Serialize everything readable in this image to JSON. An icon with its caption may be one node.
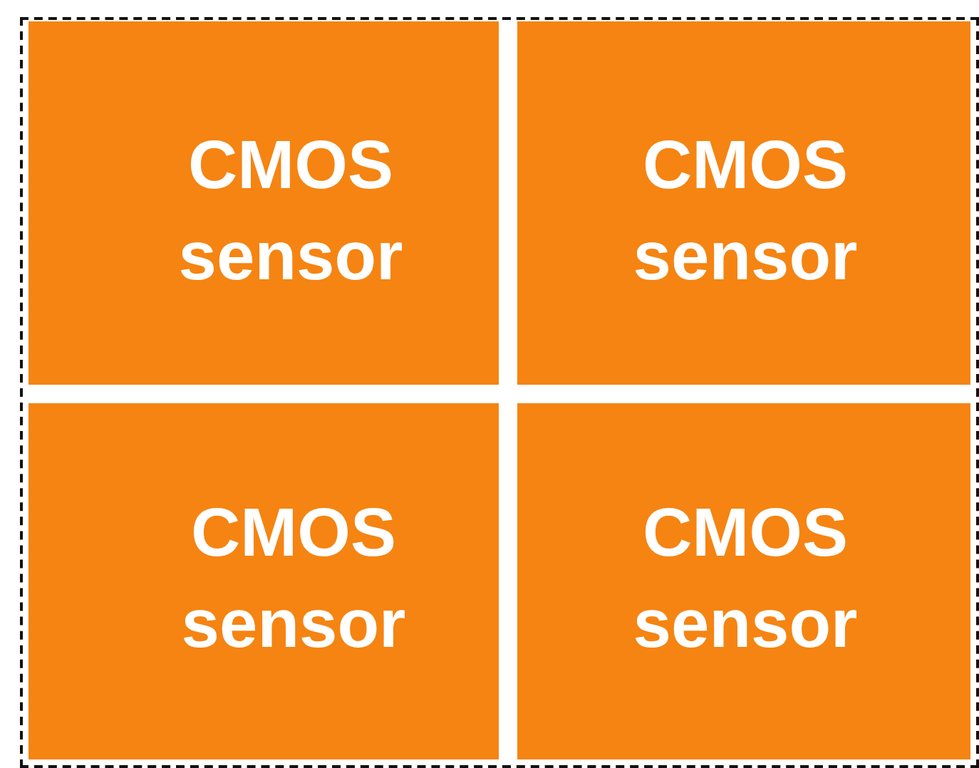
{
  "diagram": {
    "nodes": [
      {
        "text": [],
        "shape": "box"
      },
      {
        "text": [
          "CMOS sensor"
        ],
        "in": 0
      },
      {
        "text": [
          "CMOS sensor"
        ],
        "in": 0
      },
      {
        "text": [
          "CMOS sensor"
        ],
        "in": 0
      },
      {
        "text": [
          "CMOS sensor"
        ],
        "in": 0
      }
    ],
    "edges": []
  }
}
